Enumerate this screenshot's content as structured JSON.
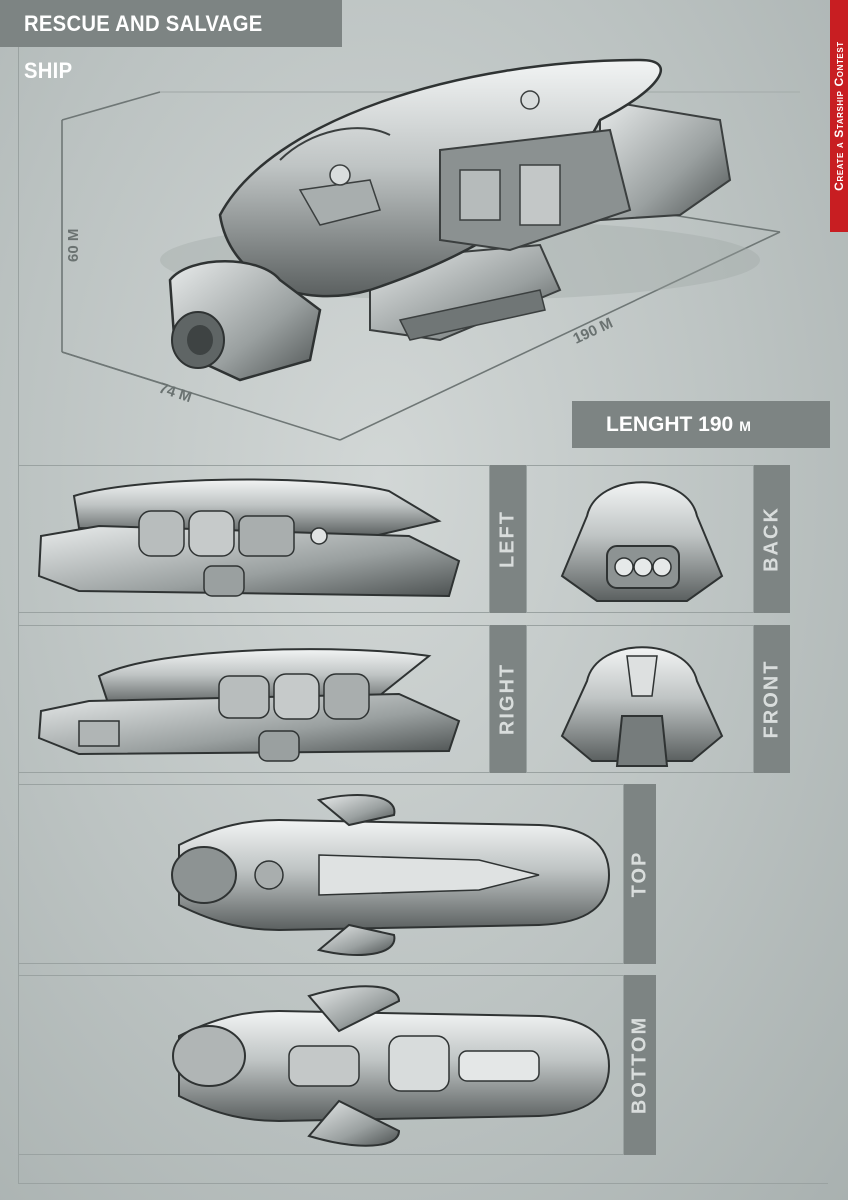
{
  "title": "RESCUE AND SALVAGE SHIP",
  "contest": "Create a Starship Contest",
  "length": {
    "label": "LENGHT 190",
    "unit": "M"
  },
  "dimensions": {
    "height": "60 M",
    "width": "74 M",
    "length": "190 M"
  },
  "views": {
    "left": "LEFT",
    "back": "BACK",
    "right": "RIGHT",
    "front": "FRONT",
    "top": "TOP",
    "bottom": "BOTTOM"
  },
  "colors": {
    "panel": "#7d8483",
    "accent": "#c81e22",
    "background": "#bcc3c2"
  }
}
